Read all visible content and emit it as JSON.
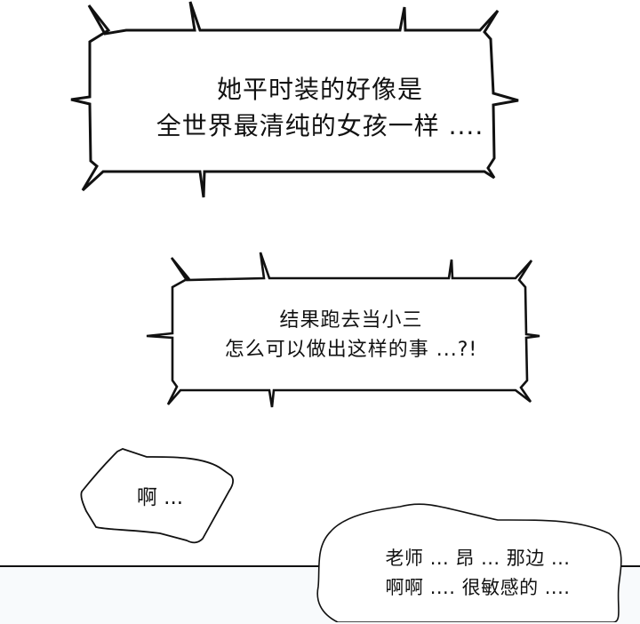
{
  "panels": {
    "top_background": "#ffffff",
    "bottom_background": "#f8fafc",
    "divider_color": "#111111"
  },
  "bubbles": [
    {
      "type": "spiky-shout",
      "lines": [
        "她平时装的好像是",
        "全世界最清纯的女孩一样 ...."
      ]
    },
    {
      "type": "spiky-shout",
      "lines": [
        "结果跑去当小三",
        "怎么可以做出这样的事 ...?!"
      ]
    },
    {
      "type": "wobbly-thought",
      "lines": [
        "啊 ..."
      ]
    },
    {
      "type": "wobbly-thought",
      "lines": [
        "老师 ... 昂 ... 那边 ...",
        "啊啊 .... 很敏感的 ...."
      ]
    }
  ]
}
